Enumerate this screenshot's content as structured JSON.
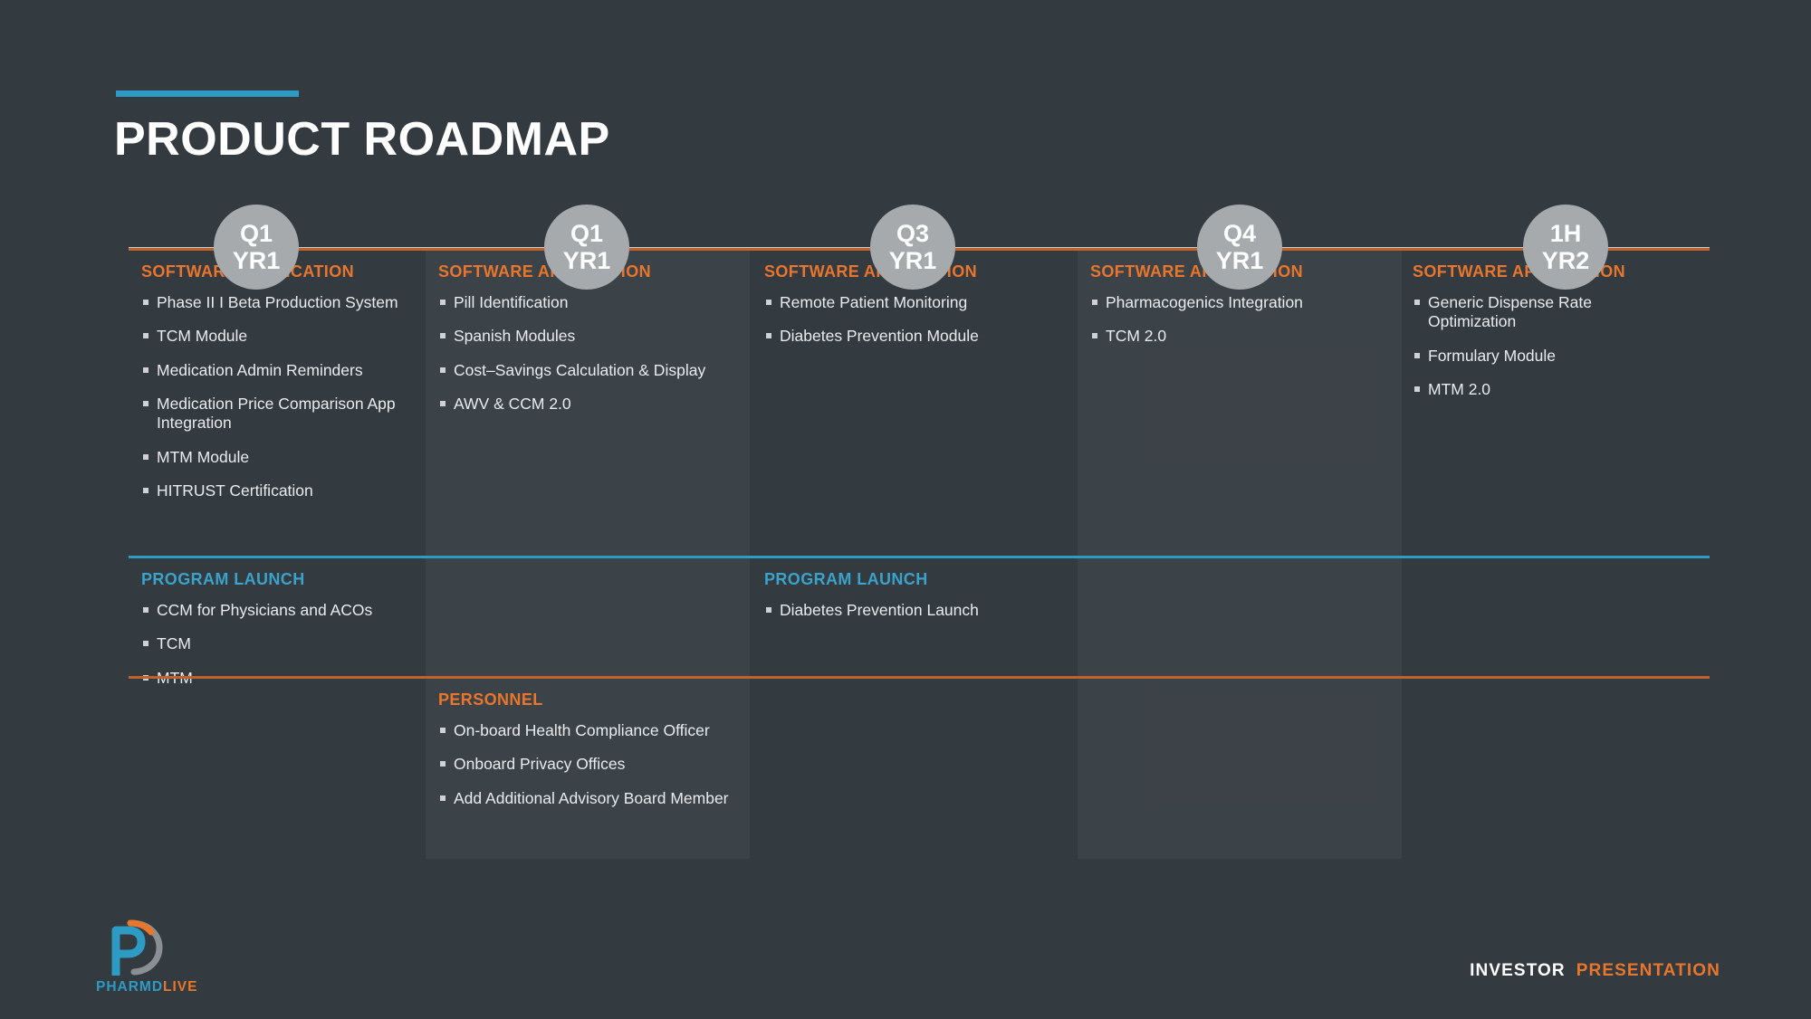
{
  "title": "PRODUCT ROADMAP",
  "colors": {
    "background": "#333a40",
    "accent_blue": "#2e9bc4",
    "accent_orange": "#e8762c",
    "rule_orange": "#c0622b",
    "circle_gray": "#a6aaad",
    "text": "#e9ebec"
  },
  "timeline": [
    {
      "quarter": "Q1",
      "year": "YR1"
    },
    {
      "quarter": "Q1",
      "year": "YR1"
    },
    {
      "quarter": "Q3",
      "year": "YR1"
    },
    {
      "quarter": "Q4",
      "year": "YR1"
    },
    {
      "quarter": "1H",
      "year": "YR2"
    }
  ],
  "sections": [
    {
      "id": "software-application",
      "cells": [
        {
          "heading": "SOFTWARE APPLICATION",
          "items": [
            "Phase II I Beta Production System",
            "TCM Module",
            "Medication Admin Reminders",
            "Medication Price Comparison App Integration",
            "MTM Module",
            "HITRUST Certification"
          ]
        },
        {
          "heading": "SOFTWARE APPLICATION",
          "items": [
            "Pill Identification",
            "Spanish Modules",
            "Cost–Savings Calculation & Display",
            "AWV & CCM 2.0"
          ]
        },
        {
          "heading": "SOFTWARE APPLICATION",
          "items": [
            "Remote Patient Monitoring",
            "Diabetes Prevention Module"
          ]
        },
        {
          "heading": "SOFTWARE APPLICATION",
          "items": [
            "Pharmacogenics Integration",
            "TCM 2.0"
          ]
        },
        {
          "heading": "SOFTWARE APPLICATION",
          "items": [
            "Generic Dispense Rate Optimization",
            "Formulary Module",
            "MTM 2.0"
          ]
        }
      ]
    },
    {
      "id": "program-launch",
      "cells": [
        {
          "heading": "PROGRAM LAUNCH",
          "items": [
            "CCM for Physicians and ACOs",
            "TCM",
            "MTM"
          ]
        },
        {
          "heading": "",
          "items": []
        },
        {
          "heading": "PROGRAM LAUNCH",
          "items": [
            "Diabetes Prevention Launch"
          ]
        },
        {
          "heading": "",
          "items": []
        },
        {
          "heading": "",
          "items": []
        }
      ]
    },
    {
      "id": "personnel",
      "cells": [
        {
          "heading": "",
          "items": []
        },
        {
          "heading": "PERSONNEL",
          "items": [
            "On-board Health Compliance Officer",
            "Onboard Privacy Offices",
            "Add Additional Advisory Board Member"
          ]
        },
        {
          "heading": "",
          "items": []
        },
        {
          "heading": "",
          "items": []
        },
        {
          "heading": "",
          "items": []
        }
      ]
    }
  ],
  "footer": {
    "logo_pharmd": "PHARMD",
    "logo_live": "LIVE",
    "investor": "INVESTOR",
    "presentation": "PRESENTATION"
  }
}
